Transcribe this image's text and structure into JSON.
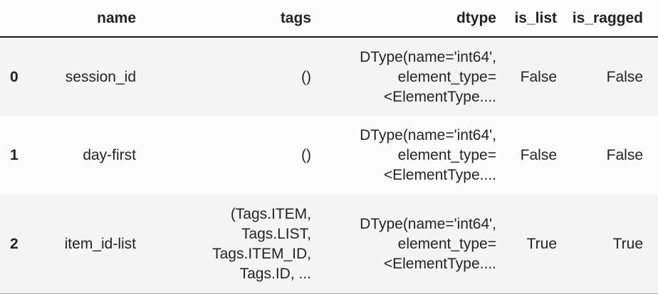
{
  "colors": {
    "page_background": "#fcfcfc",
    "stripe_row_background": "#f4f4f4",
    "text": "#232323",
    "header_rule": "#161616",
    "bottom_rule": "#ababab"
  },
  "table": {
    "headers": {
      "index": "",
      "name": "name",
      "tags": "tags",
      "dtype": "dtype",
      "is_list": "is_list",
      "is_ragged": "is_ragged"
    },
    "rows": [
      {
        "index": "0",
        "name": "session_id",
        "tags": "()",
        "dtype": "DType(name='int64',\nelement_type=\n<ElementType....",
        "is_list": "False",
        "is_ragged": "False"
      },
      {
        "index": "1",
        "name": "day-first",
        "tags": "()",
        "dtype": "DType(name='int64',\nelement_type=\n<ElementType....",
        "is_list": "False",
        "is_ragged": "False"
      },
      {
        "index": "2",
        "name": "item_id-list",
        "tags": "(Tags.ITEM,\nTags.LIST,\nTags.ITEM_ID,\nTags.ID, ...",
        "dtype": "DType(name='int64',\nelement_type=\n<ElementType....",
        "is_list": "True",
        "is_ragged": "True"
      }
    ]
  },
  "chart_data": {
    "type": "table",
    "title": "",
    "columns": [
      "",
      "name",
      "tags",
      "dtype",
      "is_list",
      "is_ragged"
    ],
    "rows": [
      [
        "0",
        "session_id",
        "()",
        "DType(name='int64', element_type= <ElementType....",
        "False",
        "False"
      ],
      [
        "1",
        "day-first",
        "()",
        "DType(name='int64', element_type= <ElementType....",
        "False",
        "False"
      ],
      [
        "2",
        "item_id-list",
        "(Tags.ITEM, Tags.LIST, Tags.ITEM_ID, Tags.ID, ...",
        "DType(name='int64', element_type= <ElementType....",
        "True",
        "True"
      ]
    ],
    "layout_hints": {
      "striped_rows": [
        0,
        2
      ],
      "alignment": "right-aligned data columns, left-aligned bold row index",
      "header_rule": "solid dark line under header",
      "bottom_rule": "light gray line at table bottom (cut off by image edge)"
    }
  }
}
